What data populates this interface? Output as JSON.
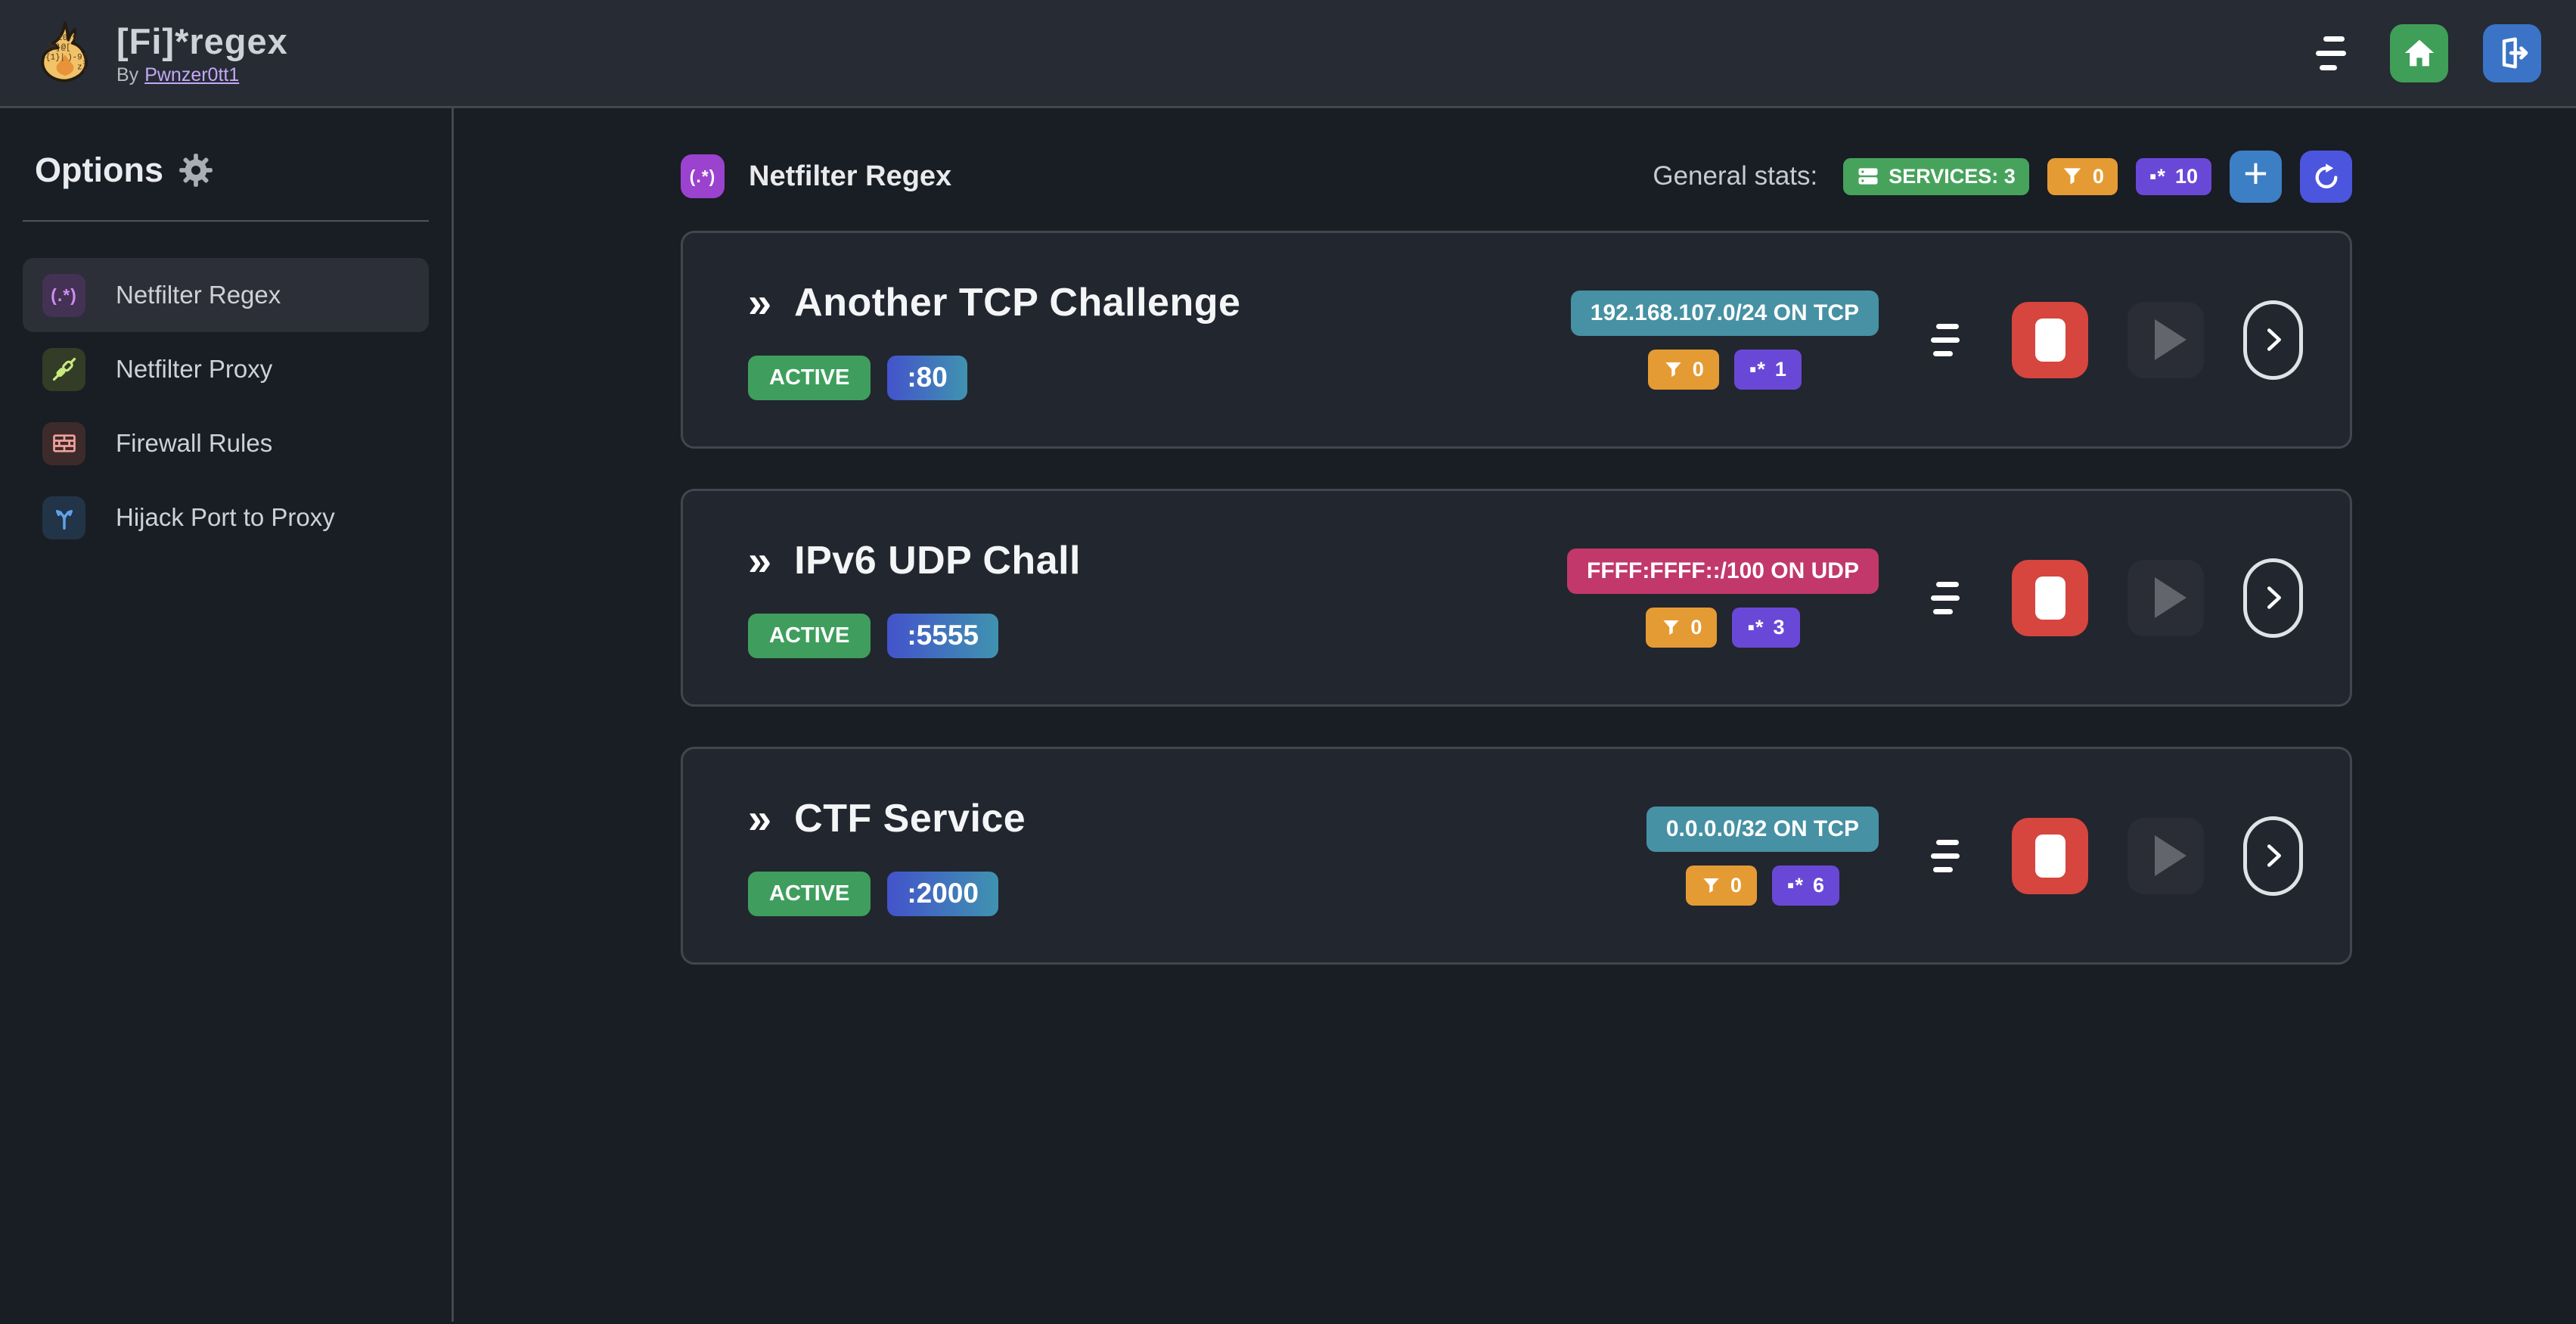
{
  "header": {
    "title": "[Fi]*regex",
    "byline_prefix": "By",
    "author": "Pwnzer0tt1",
    "logo_fragments": [
      "-z0-9",
      "20}@[",
      "{1}|",
      ")-9]",
      "z]"
    ]
  },
  "sidebar": {
    "title": "Options",
    "items": [
      {
        "label": "Netfilter Regex",
        "icon": "regex-icon",
        "active": true
      },
      {
        "label": "Netfilter Proxy",
        "icon": "proxy-icon",
        "active": false
      },
      {
        "label": "Firewall Rules",
        "icon": "firewall-icon",
        "active": false
      },
      {
        "label": "Hijack Port to Proxy",
        "icon": "hijack-icon",
        "active": false
      }
    ]
  },
  "main": {
    "title": "Netfilter Regex",
    "stats_label": "General stats:",
    "services_badge": "SERVICES: 3",
    "filters_total": "0",
    "regexes_total": "10"
  },
  "ui": {
    "regex_tile_label": "(.*)",
    "regex_glyph": "▪*",
    "chevron_glyph": "»",
    "plus_glyph": "+"
  },
  "services": [
    {
      "name": "Another TCP Challenge",
      "status": "ACTIVE",
      "port": ":80",
      "target": "192.168.107.0/24 ON TCP",
      "target_color": "#4691a4",
      "filters": "0",
      "regexes": "1"
    },
    {
      "name": "IPv6 UDP Chall",
      "status": "ACTIVE",
      "port": ":5555",
      "target": "FFFF:FFFF::/100 ON UDP",
      "target_color": "#c2386a",
      "filters": "0",
      "regexes": "3"
    },
    {
      "name": "CTF Service",
      "status": "ACTIVE",
      "port": ":2000",
      "target": "0.0.0.0/32 ON TCP",
      "target_color": "#4691a4",
      "filters": "0",
      "regexes": "6"
    }
  ],
  "colors": {
    "page_bg": "#191d24",
    "header_bg": "#262b34",
    "card_bg": "#22262f",
    "card_border": "#42464e",
    "active_green": "#3f9e5d",
    "services_green": "#47a35c",
    "filter_orange": "#e59b33",
    "regex_purple": "#6a48d7",
    "add_blue": "#3d7fc4",
    "refresh_indigo": "#4c55dd",
    "home_green": "#3f9e57",
    "logout_blue": "#3b74c7",
    "stop_red": "#d6453e",
    "port_gradient_from": "#4353cb",
    "port_gradient_to": "#3f93b0",
    "link_lavender": "#c3a9f4"
  }
}
